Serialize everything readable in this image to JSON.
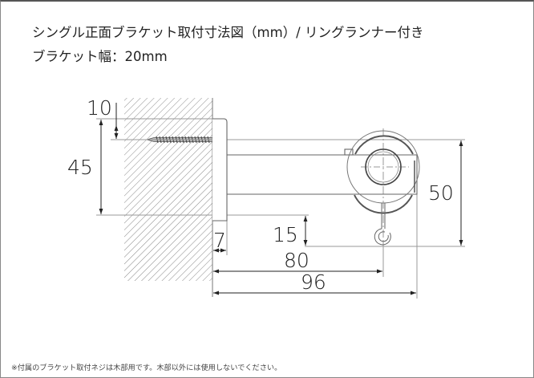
{
  "header": {
    "title": "シングル正面ブラケット取付寸法図（mm）/ リングランナー付き",
    "subtitle": "ブラケット幅：20mm"
  },
  "footnote": "※付属のブラケット取付ネジは木部用です。木部以外には使用しないでください。",
  "dimensions": {
    "screw_offset": "10",
    "screw_to_bottom": "45",
    "ring_height": "50",
    "hook_offset": "15",
    "plate_thickness": "7",
    "rod_center_distance": "80",
    "total_projection": "96"
  },
  "colors": {
    "line": "#777777",
    "dark_line": "#333333",
    "hatch": "#888888",
    "text": "#222222"
  }
}
